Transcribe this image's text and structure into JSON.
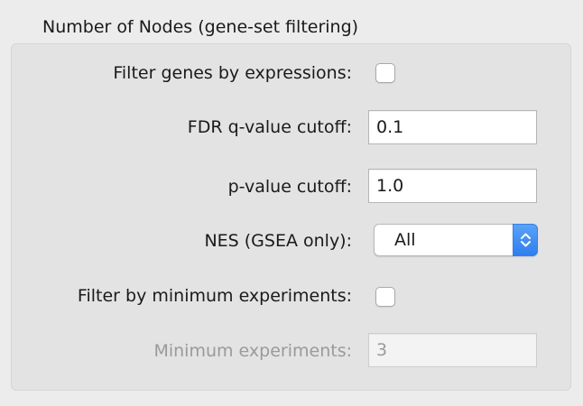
{
  "group": {
    "title": "Number of Nodes (gene-set filtering)"
  },
  "filter_genes": {
    "label": "Filter genes by expressions:",
    "checked": false
  },
  "fdr_cutoff": {
    "label": "FDR q-value cutoff:",
    "value": "0.1"
  },
  "p_cutoff": {
    "label": "p-value cutoff:",
    "value": "1.0"
  },
  "nes": {
    "label": "NES (GSEA only):",
    "selected": "All",
    "accent_color": "#3b86f5"
  },
  "filter_min_experiments": {
    "label": "Filter by minimum experiments:",
    "checked": false
  },
  "min_experiments": {
    "label": "Minimum experiments:",
    "value": "3",
    "disabled": true
  }
}
